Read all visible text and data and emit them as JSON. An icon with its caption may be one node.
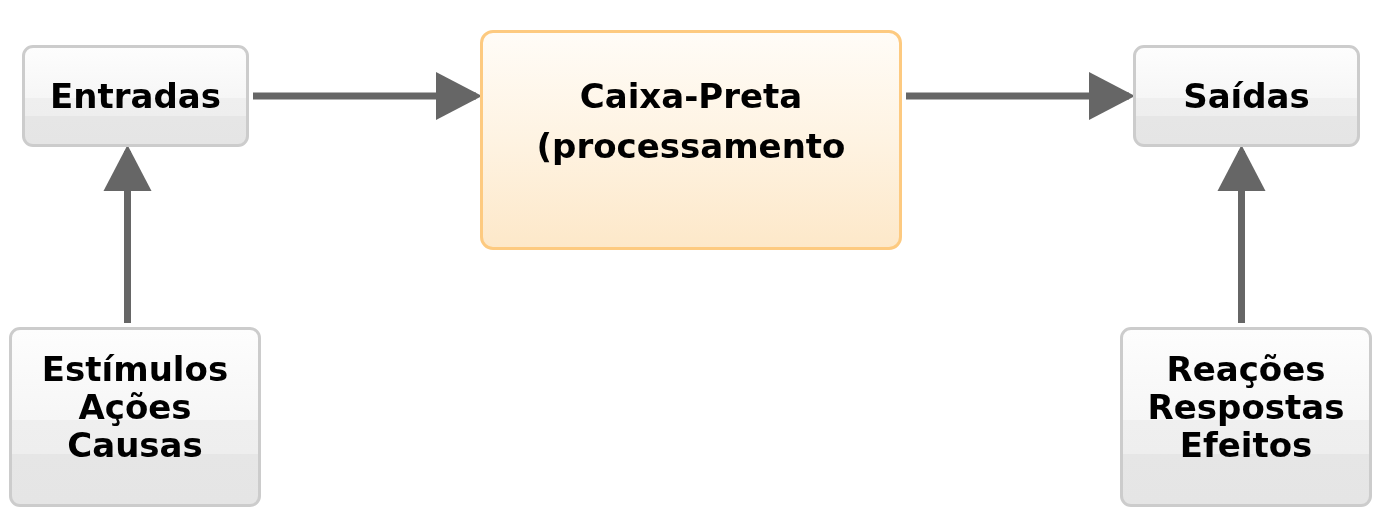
{
  "diagram": {
    "nodes": [
      {
        "text": [
          "Entradas"
        ]
      },
      {
        "text": [
          "Caixa-Preta (processamento"
        ]
      },
      {
        "text": [
          "Saídas"
        ]
      },
      {
        "text": [
          "Estímulos",
          "Ações",
          "Causas"
        ]
      },
      {
        "text": [
          "Reações",
          "Respostas",
          "Efeitos"
        ]
      }
    ],
    "edges": [
      {
        "from": 0,
        "to": 1,
        "arrow": "to"
      },
      {
        "from": 1,
        "to": 2,
        "arrow": "to"
      },
      {
        "from": 3,
        "to": 0,
        "arrow": "to"
      },
      {
        "from": 4,
        "to": 2,
        "arrow": "to"
      }
    ]
  }
}
